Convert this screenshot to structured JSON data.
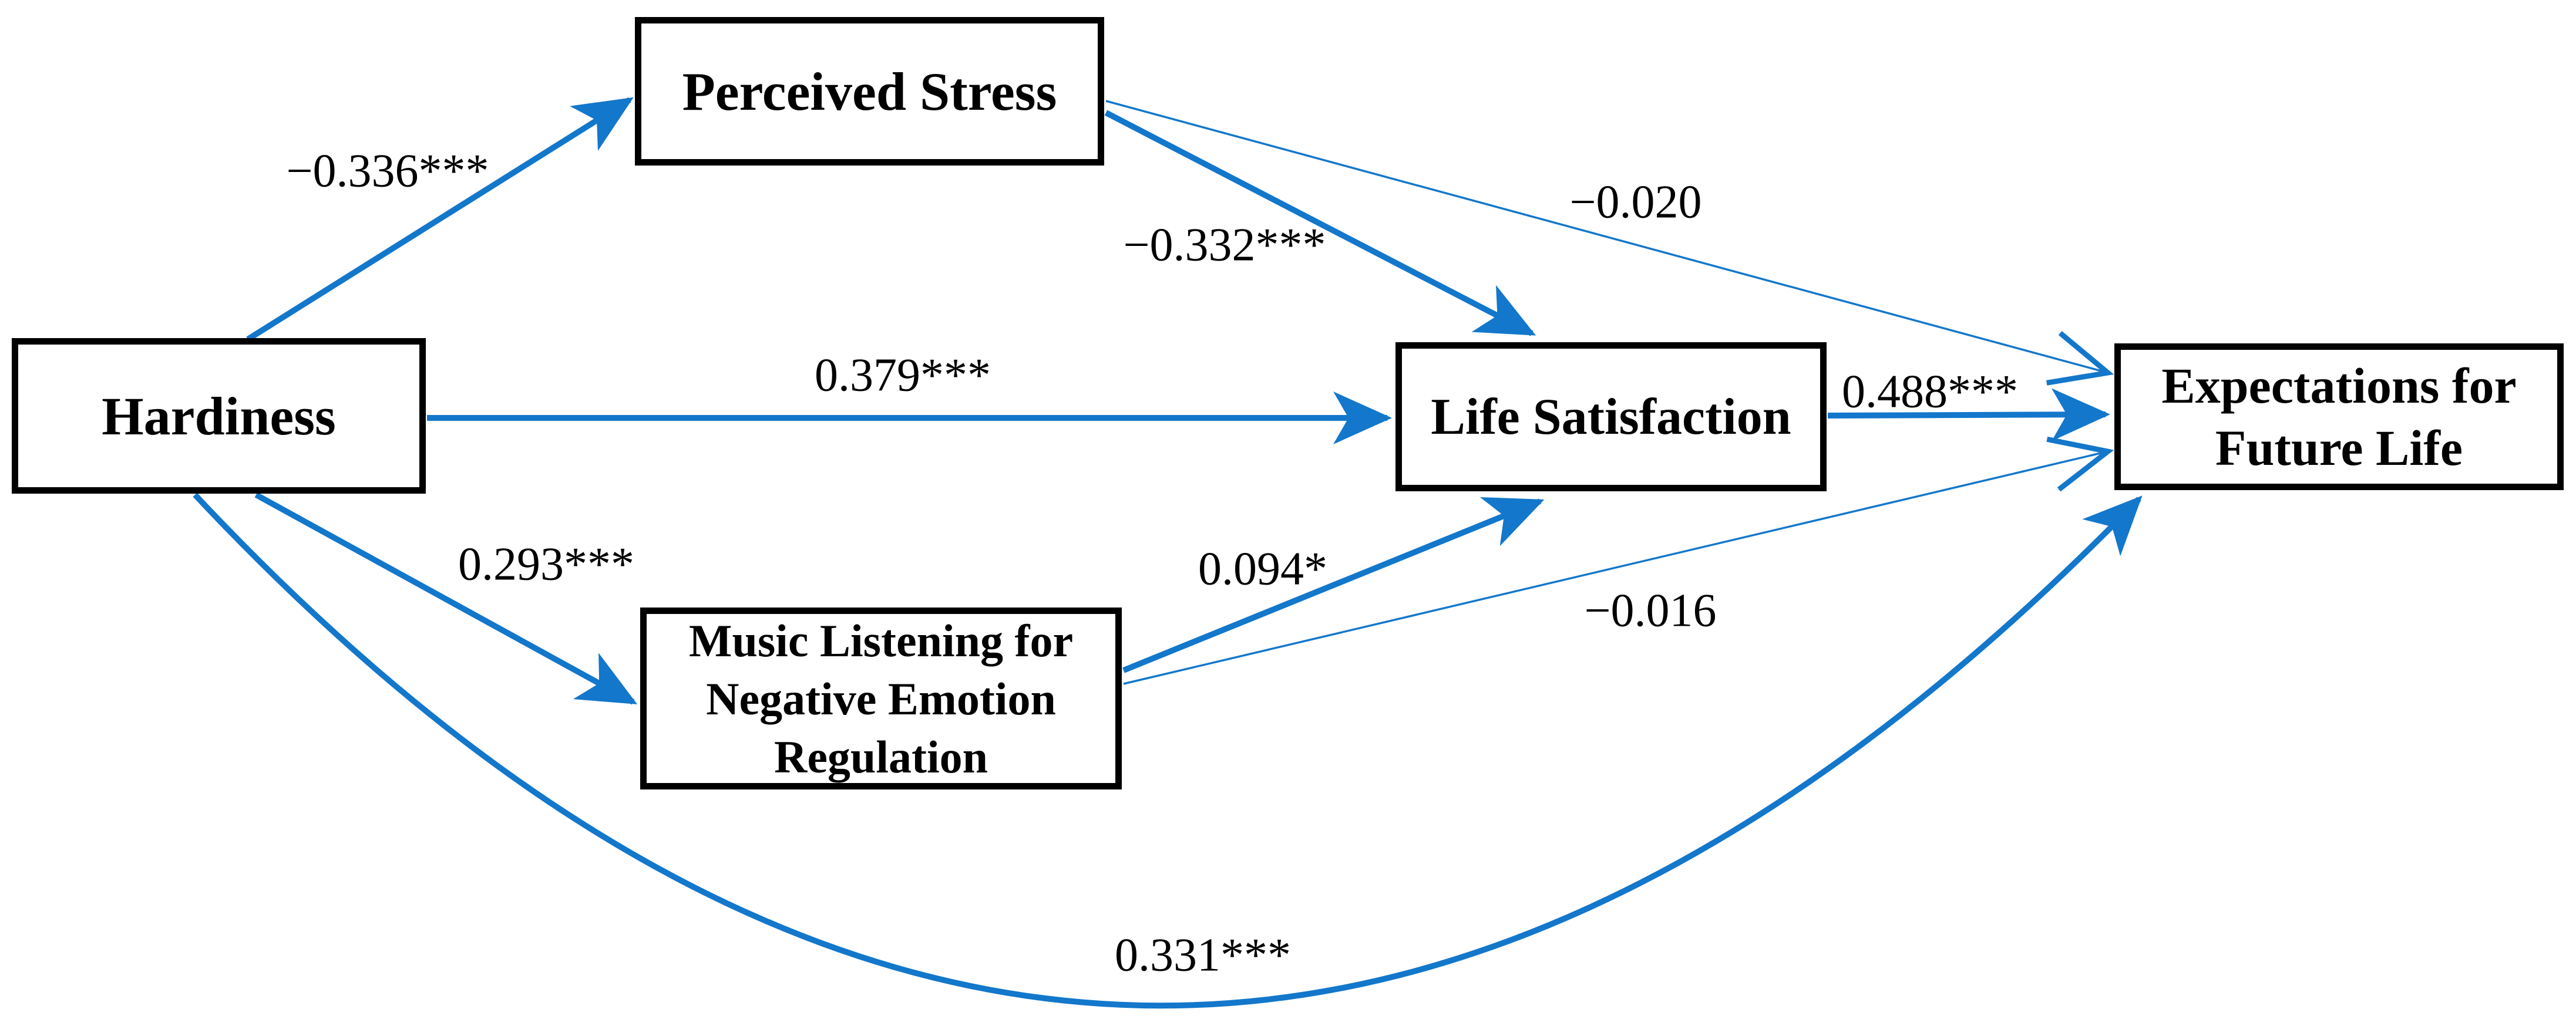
{
  "diagram": {
    "type": "path-model",
    "nodes": [
      {
        "id": "hardiness",
        "label": "Hardiness"
      },
      {
        "id": "perceived-stress",
        "label": "Perceived Stress"
      },
      {
        "id": "music-listening",
        "label": "Music Listening for Negative Emotion Regulation",
        "lines": [
          "Music Listening for",
          "Negative Emotion",
          "Regulation"
        ]
      },
      {
        "id": "life-satisfaction",
        "label": "Life Satisfaction"
      },
      {
        "id": "expectations",
        "label": "Expectations for Future Life",
        "lines": [
          "Expectations for",
          "Future Life"
        ]
      }
    ],
    "paths": [
      {
        "from": "Hardiness",
        "to": "Perceived Stress",
        "coefficient": "−0.336***",
        "weight": "thick"
      },
      {
        "from": "Hardiness",
        "to": "Life Satisfaction",
        "coefficient": "0.379***",
        "weight": "thick"
      },
      {
        "from": "Hardiness",
        "to": "Music Listening for Negative Emotion Regulation",
        "coefficient": "0.293***",
        "weight": "thick"
      },
      {
        "from": "Hardiness",
        "to": "Expectations for Future Life",
        "coefficient": "0.331***",
        "weight": "thick"
      },
      {
        "from": "Perceived Stress",
        "to": "Life Satisfaction",
        "coefficient": "−0.332***",
        "weight": "thick"
      },
      {
        "from": "Perceived Stress",
        "to": "Expectations for Future Life",
        "coefficient": "−0.020",
        "weight": "thin"
      },
      {
        "from": "Music Listening for Negative Emotion Regulation",
        "to": "Life Satisfaction",
        "coefficient": "0.094*",
        "weight": "thick"
      },
      {
        "from": "Music Listening for Negative Emotion Regulation",
        "to": "Expectations for Future Life",
        "coefficient": "−0.016",
        "weight": "thin"
      },
      {
        "from": "Life Satisfaction",
        "to": "Expectations for Future Life",
        "coefficient": "0.488***",
        "weight": "thick"
      }
    ],
    "colors": {
      "arrow": "#1377cb",
      "box_border": "#000000",
      "text": "#000000",
      "background": "#ffffff"
    }
  }
}
